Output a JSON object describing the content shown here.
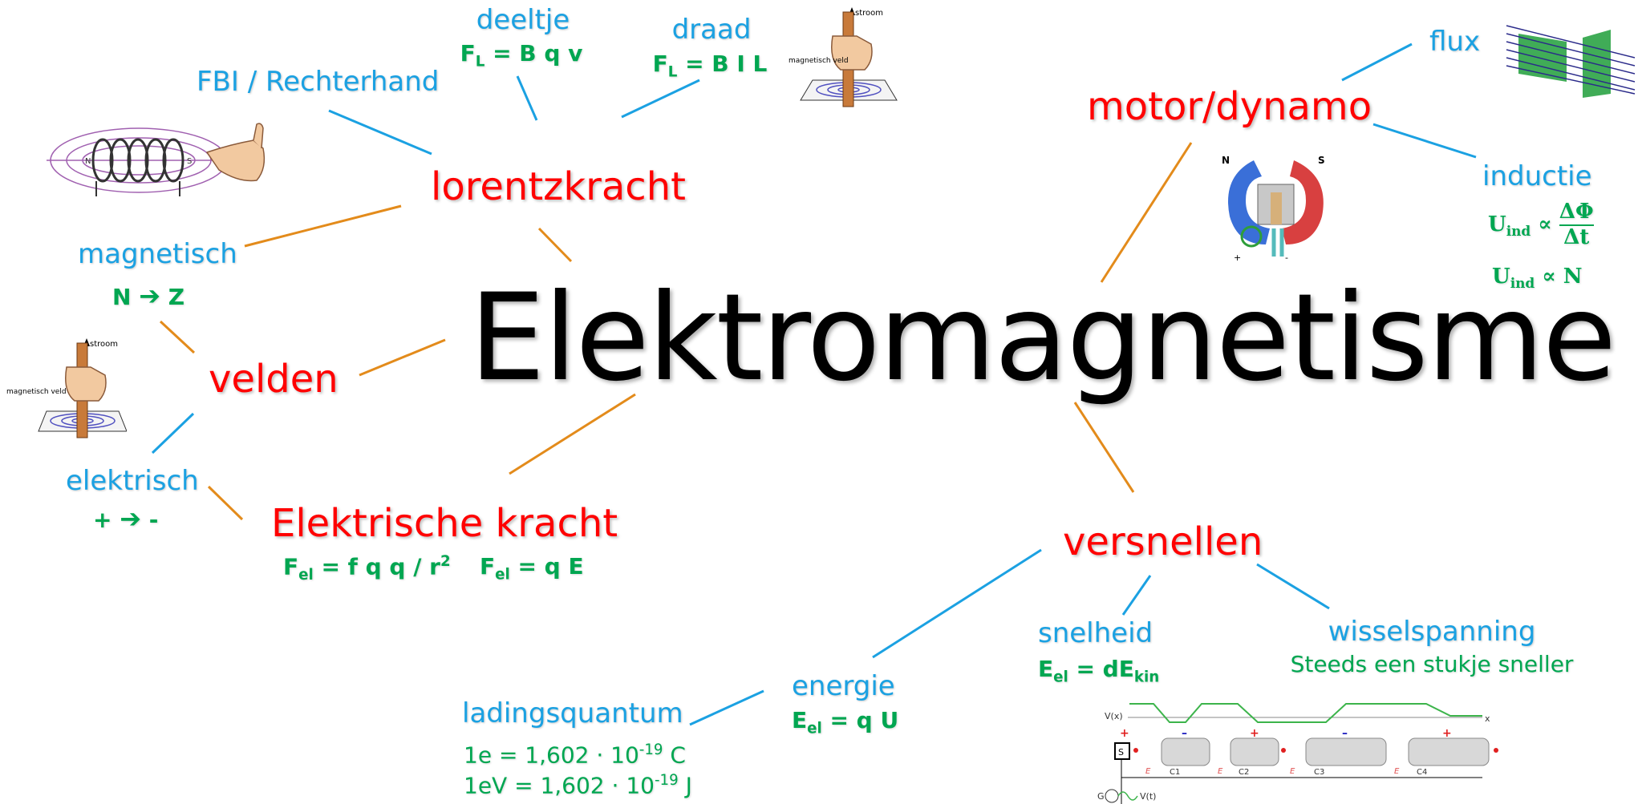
{
  "title": "Elektromagnetisme",
  "branches": {
    "lorentzkracht": "lorentzkracht",
    "velden": "velden",
    "elektrische_kracht": "Elektrische kracht",
    "motor_dynamo": "motor/dynamo",
    "versnellen": "versnellen"
  },
  "lorentz": {
    "fbi": "FBI / Rechterhand",
    "deeltje": "deeltje",
    "deeltje_formula": "F_L = B q v",
    "draad": "draad",
    "draad_formula": "F_L = B I L"
  },
  "velden": {
    "magnetisch": "magnetisch",
    "magnetisch_dir": "N → Z",
    "elektrisch": "elektrisch",
    "elektrisch_dir": "+ → -"
  },
  "elektrische_kracht": {
    "formula1": "F_el = f q q / r^2",
    "formula2": "F_el = q E"
  },
  "motor": {
    "flux": "flux",
    "inductie": "inductie",
    "formula1": "U_ind ∝ ΔΦ/Δt",
    "formula2": "U_ind ∝ N"
  },
  "versnellen": {
    "snelheid": "snelheid",
    "snelheid_formula": "E_el = dE_kin",
    "wisselspanning": "wisselspanning",
    "wisselspanning_text": "Steeds een stukje sneller",
    "energie": "energie",
    "energie_formula": "E_el = q U",
    "ladingsquantum": "ladingsquantum",
    "lq_formula1": "1e = 1,602 · 10^-19 C",
    "lq_formula2": "1eV = 1,602 · 10^-19 J"
  },
  "illustrations": {
    "hand_label_stroom": "stroom",
    "hand_label_veld": "magnetisch veld",
    "motor_N": "N",
    "motor_S": "S",
    "coil_N": "N",
    "coil_S": "S",
    "lin_vx": "V(x)",
    "lin_x": "x",
    "lin_vt": "V(t)",
    "lin_G": "G",
    "lin_S": "S",
    "lin_c1": "C1",
    "lin_c2": "C2",
    "lin_c3": "C3",
    "lin_c4": "C4",
    "lin_E": "E"
  },
  "colors": {
    "title": "#000000",
    "branch": "#ff0000",
    "sub": "#1ba1e2",
    "formula": "#00a651",
    "orange_line": "#e38b1b",
    "blue_line": "#1ba1e2"
  }
}
